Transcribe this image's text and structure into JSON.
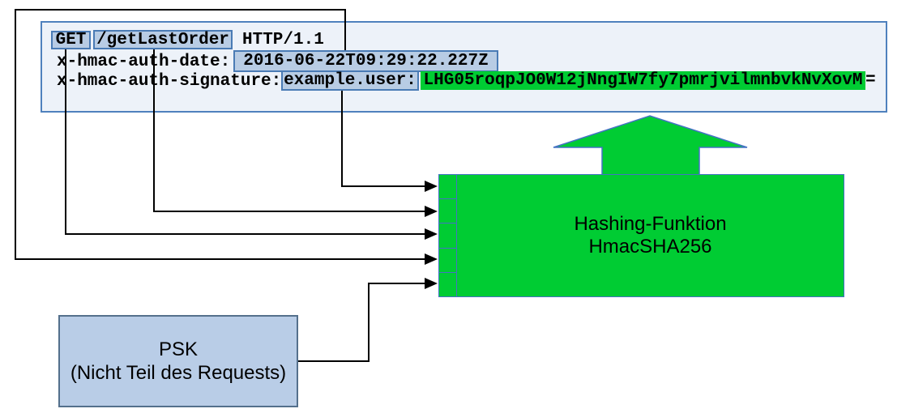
{
  "request_box": {
    "line1": {
      "method": "GET",
      "path": "/getLastOrder",
      "protocol": "HTTP/1.1"
    },
    "line2": {
      "label": "x-hmac-auth-date:",
      "value": "2016-06-22T09:29:22.227Z"
    },
    "line3": {
      "label": "x-hmac-auth-signature:",
      "user": "example.user:",
      "signature": "LHG05roqpJO0W12jNngIW7fy7pmrjvilmnbvkNvXovM",
      "suffix": "="
    }
  },
  "hash_box": {
    "title": "Hashing-Funktion",
    "subtitle": "HmacSHA256"
  },
  "psk_box": {
    "title": "PSK",
    "subtitle": "(Nicht Teil des Requests)"
  },
  "colors": {
    "highlight_green": "#00cc33",
    "token_blue": "#b8cce4",
    "request_box_fill": "#edf2f9",
    "request_box_border": "#4f81bd",
    "hash_box_border": "#4472c4",
    "psk_box_fill": "#b9cde7",
    "connector_black": "#000000"
  }
}
